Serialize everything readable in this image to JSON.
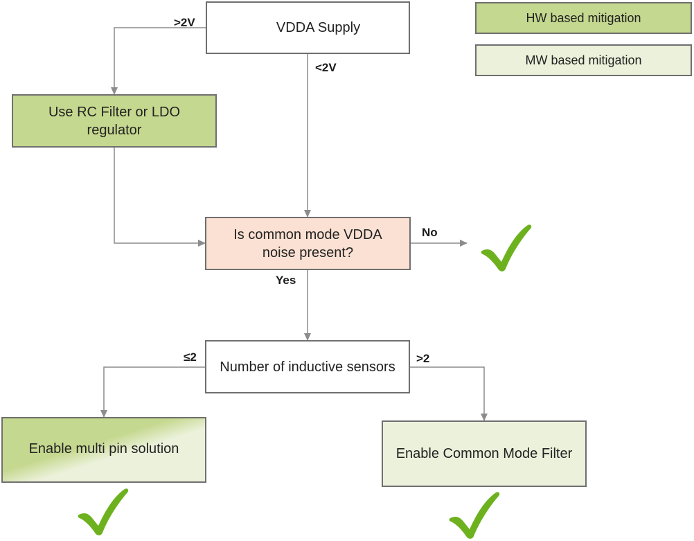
{
  "colors": {
    "hw": "#c5d88f",
    "mw": "#ebf1da",
    "question": "#fbe1d3",
    "white": "#ffffff",
    "connector": "#8c8c8c",
    "check": "#6db21e"
  },
  "legend": {
    "hw": "HW based mitigation",
    "mw": "MW based mitigation"
  },
  "nodes": {
    "supply": "VDDA Supply",
    "rc_filter": "Use RC Filter or LDO regulator",
    "question": "Is common mode VDDA noise present?",
    "sensors": "Number of inductive sensors",
    "multi_pin": "Enable multi pin solution",
    "cm_filter": "Enable Common Mode Filter"
  },
  "edges": {
    "gt2v": ">2V",
    "lt2v": "<2V",
    "no": "No",
    "yes": "Yes",
    "le2": "≤2",
    "gt2": ">2"
  },
  "icons": [
    "check-icon",
    "check-icon",
    "check-icon"
  ]
}
